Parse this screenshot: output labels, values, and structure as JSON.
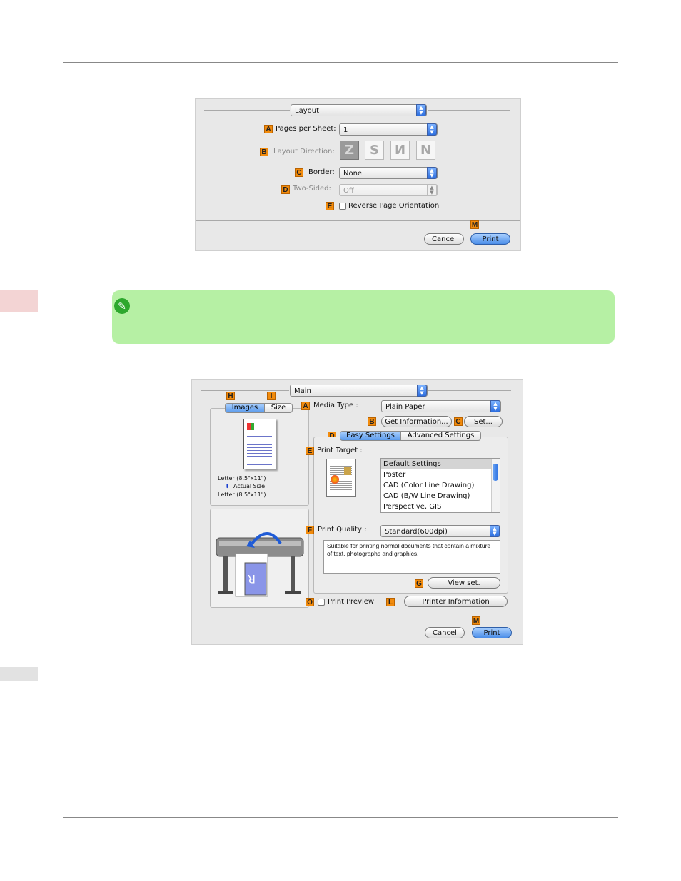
{
  "dialog1": {
    "panel_popup": "Layout",
    "rows": [
      {
        "key": "A",
        "label": "Pages per Sheet:",
        "value": "1"
      },
      {
        "key": "B",
        "label": "Layout Direction:"
      },
      {
        "key": "C",
        "label": "Border:",
        "value": "None"
      },
      {
        "key": "D",
        "label": "Two-Sided:",
        "value": "Off"
      }
    ],
    "direction_glyphs": [
      "Z",
      "S",
      "И",
      "N"
    ],
    "reverse_key": "E",
    "reverse_label": "Reverse Page Orientation",
    "print_key": "M",
    "cancel_label": "Cancel",
    "print_label": "Print"
  },
  "dialog2": {
    "panel_popup": "Main",
    "tabs_keys": {
      "images": "H",
      "size": "I"
    },
    "tabs": {
      "images": "Images",
      "size": "Size"
    },
    "media_key": "A",
    "media_label": "Media Type :",
    "media_value": "Plain Paper",
    "getinfo_key": "B",
    "getinfo_label": "Get Information...",
    "set_key": "C",
    "set_label": "Set...",
    "settings_key": "D",
    "settings_tabs": {
      "easy": "Easy Settings",
      "advanced": "Advanced Settings"
    },
    "print_target_key": "E",
    "print_target_label": "Print Target :",
    "targets": [
      "Default Settings",
      "Poster",
      "CAD (Color Line Drawing)",
      "CAD (B/W Line Drawing)",
      "Perspective, GIS"
    ],
    "paper_lines": [
      "Letter (8.5\"x11\")",
      "Actual Size",
      "Letter (8.5\"x11\")"
    ],
    "quality_key": "F",
    "quality_label": "Print Quality :",
    "quality_value": "Standard(600dpi)",
    "description": "Suitable for printing normal documents that contain a mixture of text, photographs and graphics.",
    "viewset_key": "G",
    "viewset_label": "View set.",
    "preview_key": "O",
    "preview_label": "Print Preview",
    "printerinfo_key": "L",
    "printerinfo_label": "Printer Information",
    "print_key": "M",
    "cancel_label": "Cancel",
    "print_label": "Print"
  }
}
